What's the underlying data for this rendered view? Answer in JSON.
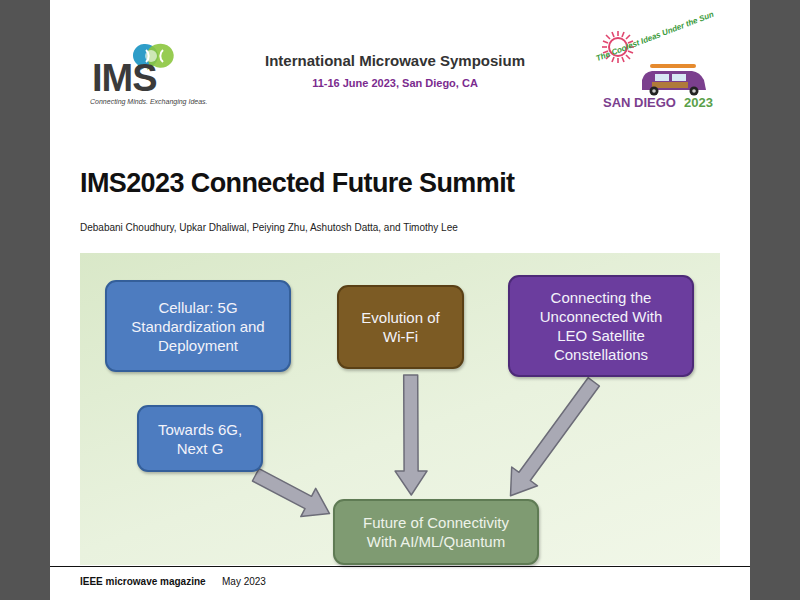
{
  "diagram": {
    "title": "IMS2023 Connected Future Summit",
    "nodes": [
      {
        "text": [
          "Cellular: 5G Standardization and Deployment"
        ]
      },
      {
        "text": [
          "Evolution of Wi-Fi"
        ]
      },
      {
        "text": [
          "Connecting the Unconnected With LEO Satellite Constellations"
        ]
      },
      {
        "text": [
          "Towards 6G, Next G"
        ]
      },
      {
        "text": [
          "Future of Connectivity With AI/ML/Quantum"
        ]
      }
    ],
    "edges": [
      {
        "from": 3,
        "to": 4,
        "arrow": "to"
      },
      {
        "from": 1,
        "to": 4,
        "arrow": "to"
      },
      {
        "from": 2,
        "to": 4,
        "arrow": "to"
      }
    ],
    "labels": [
      "IMS",
      "Connecting Minds. Exchanging Ideas.",
      "International Microwave Symposium",
      "11-16 June 2023, San Diego, CA",
      "The Coolest Ideas Under the Sun",
      "SAN DIEGO",
      "2023",
      "Debabani Choudhury, Upkar Dhaliwal, Peiying Zhu, Ashutosh Datta, and Timothy Lee",
      "IEEE microwave magazine",
      "May 2023"
    ]
  }
}
